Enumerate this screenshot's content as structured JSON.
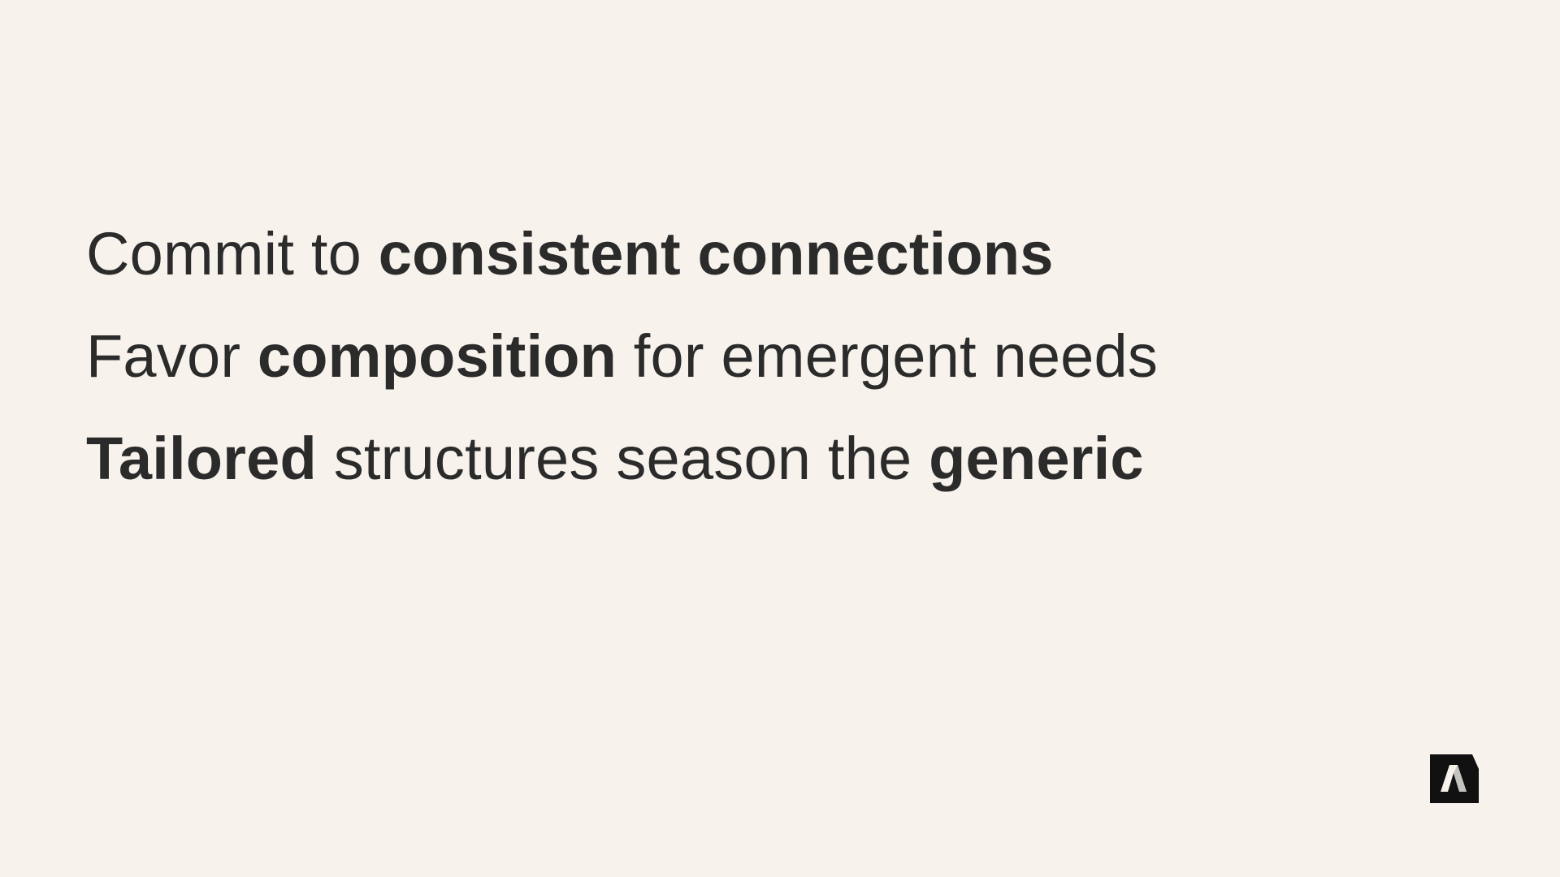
{
  "lines": [
    {
      "parts": [
        {
          "text": "Commit to ",
          "bold": false
        },
        {
          "text": "consistent connections",
          "bold": true
        }
      ]
    },
    {
      "parts": [
        {
          "text": "Favor ",
          "bold": false
        },
        {
          "text": "composition",
          "bold": true
        },
        {
          "text": " for emergent needs",
          "bold": false
        }
      ]
    },
    {
      "parts": [
        {
          "text": "Tailored",
          "bold": true
        },
        {
          "text": " structures season the ",
          "bold": false
        },
        {
          "text": "generic",
          "bold": true
        }
      ]
    }
  ],
  "logo": {
    "icon": "brand-logo-icon",
    "background": "#111111",
    "foreground": "#f7f3ec"
  },
  "colors": {
    "background": "#f7f3ec",
    "text": "#2b2b2b"
  }
}
